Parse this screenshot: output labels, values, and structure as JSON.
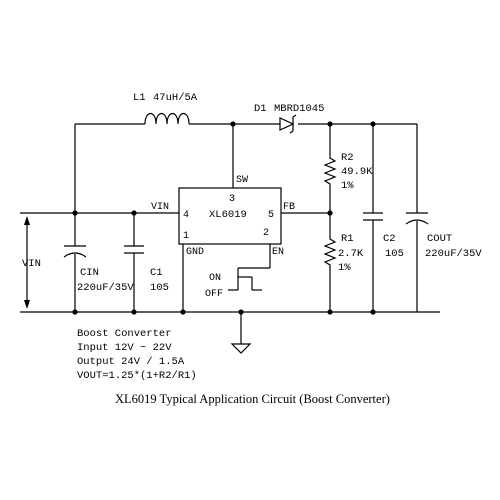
{
  "components": {
    "inductor": {
      "ref": "L1",
      "value": "47uH/5A"
    },
    "diode": {
      "ref": "D1",
      "value": "MBRD1045"
    },
    "r2": {
      "ref": "R2",
      "value": "49.9K",
      "tol": "1%"
    },
    "r1": {
      "ref": "R1",
      "value": "2.7K",
      "tol": "1%"
    },
    "c2": {
      "ref": "C2",
      "value": "105"
    },
    "cout": {
      "ref": "COUT",
      "value": "220uF/35V"
    },
    "cin": {
      "ref": "CIN",
      "value": "220uF/35V"
    },
    "c1": {
      "ref": "C1",
      "value": "105"
    }
  },
  "ic": {
    "name": "XL6019",
    "pins": {
      "sw_label": "SW",
      "sw_num": "3",
      "vin_label": "VIN",
      "vin_num": "4",
      "fb_label": "FB",
      "fb_num": "5",
      "gnd_label": "GND",
      "gnd_num": "1",
      "en_label": "EN",
      "en_num": "2"
    }
  },
  "switch": {
    "on_label": "ON",
    "off_label": "OFF"
  },
  "input_label": "VIN",
  "notes": [
    "Boost Converter",
    "Input 12V ~ 22V",
    "Output 24V / 1.5A",
    "VOUT=1.25*(1+R2/R1)"
  ],
  "caption": "XL6019 Typical Application Circuit (Boost Converter)"
}
